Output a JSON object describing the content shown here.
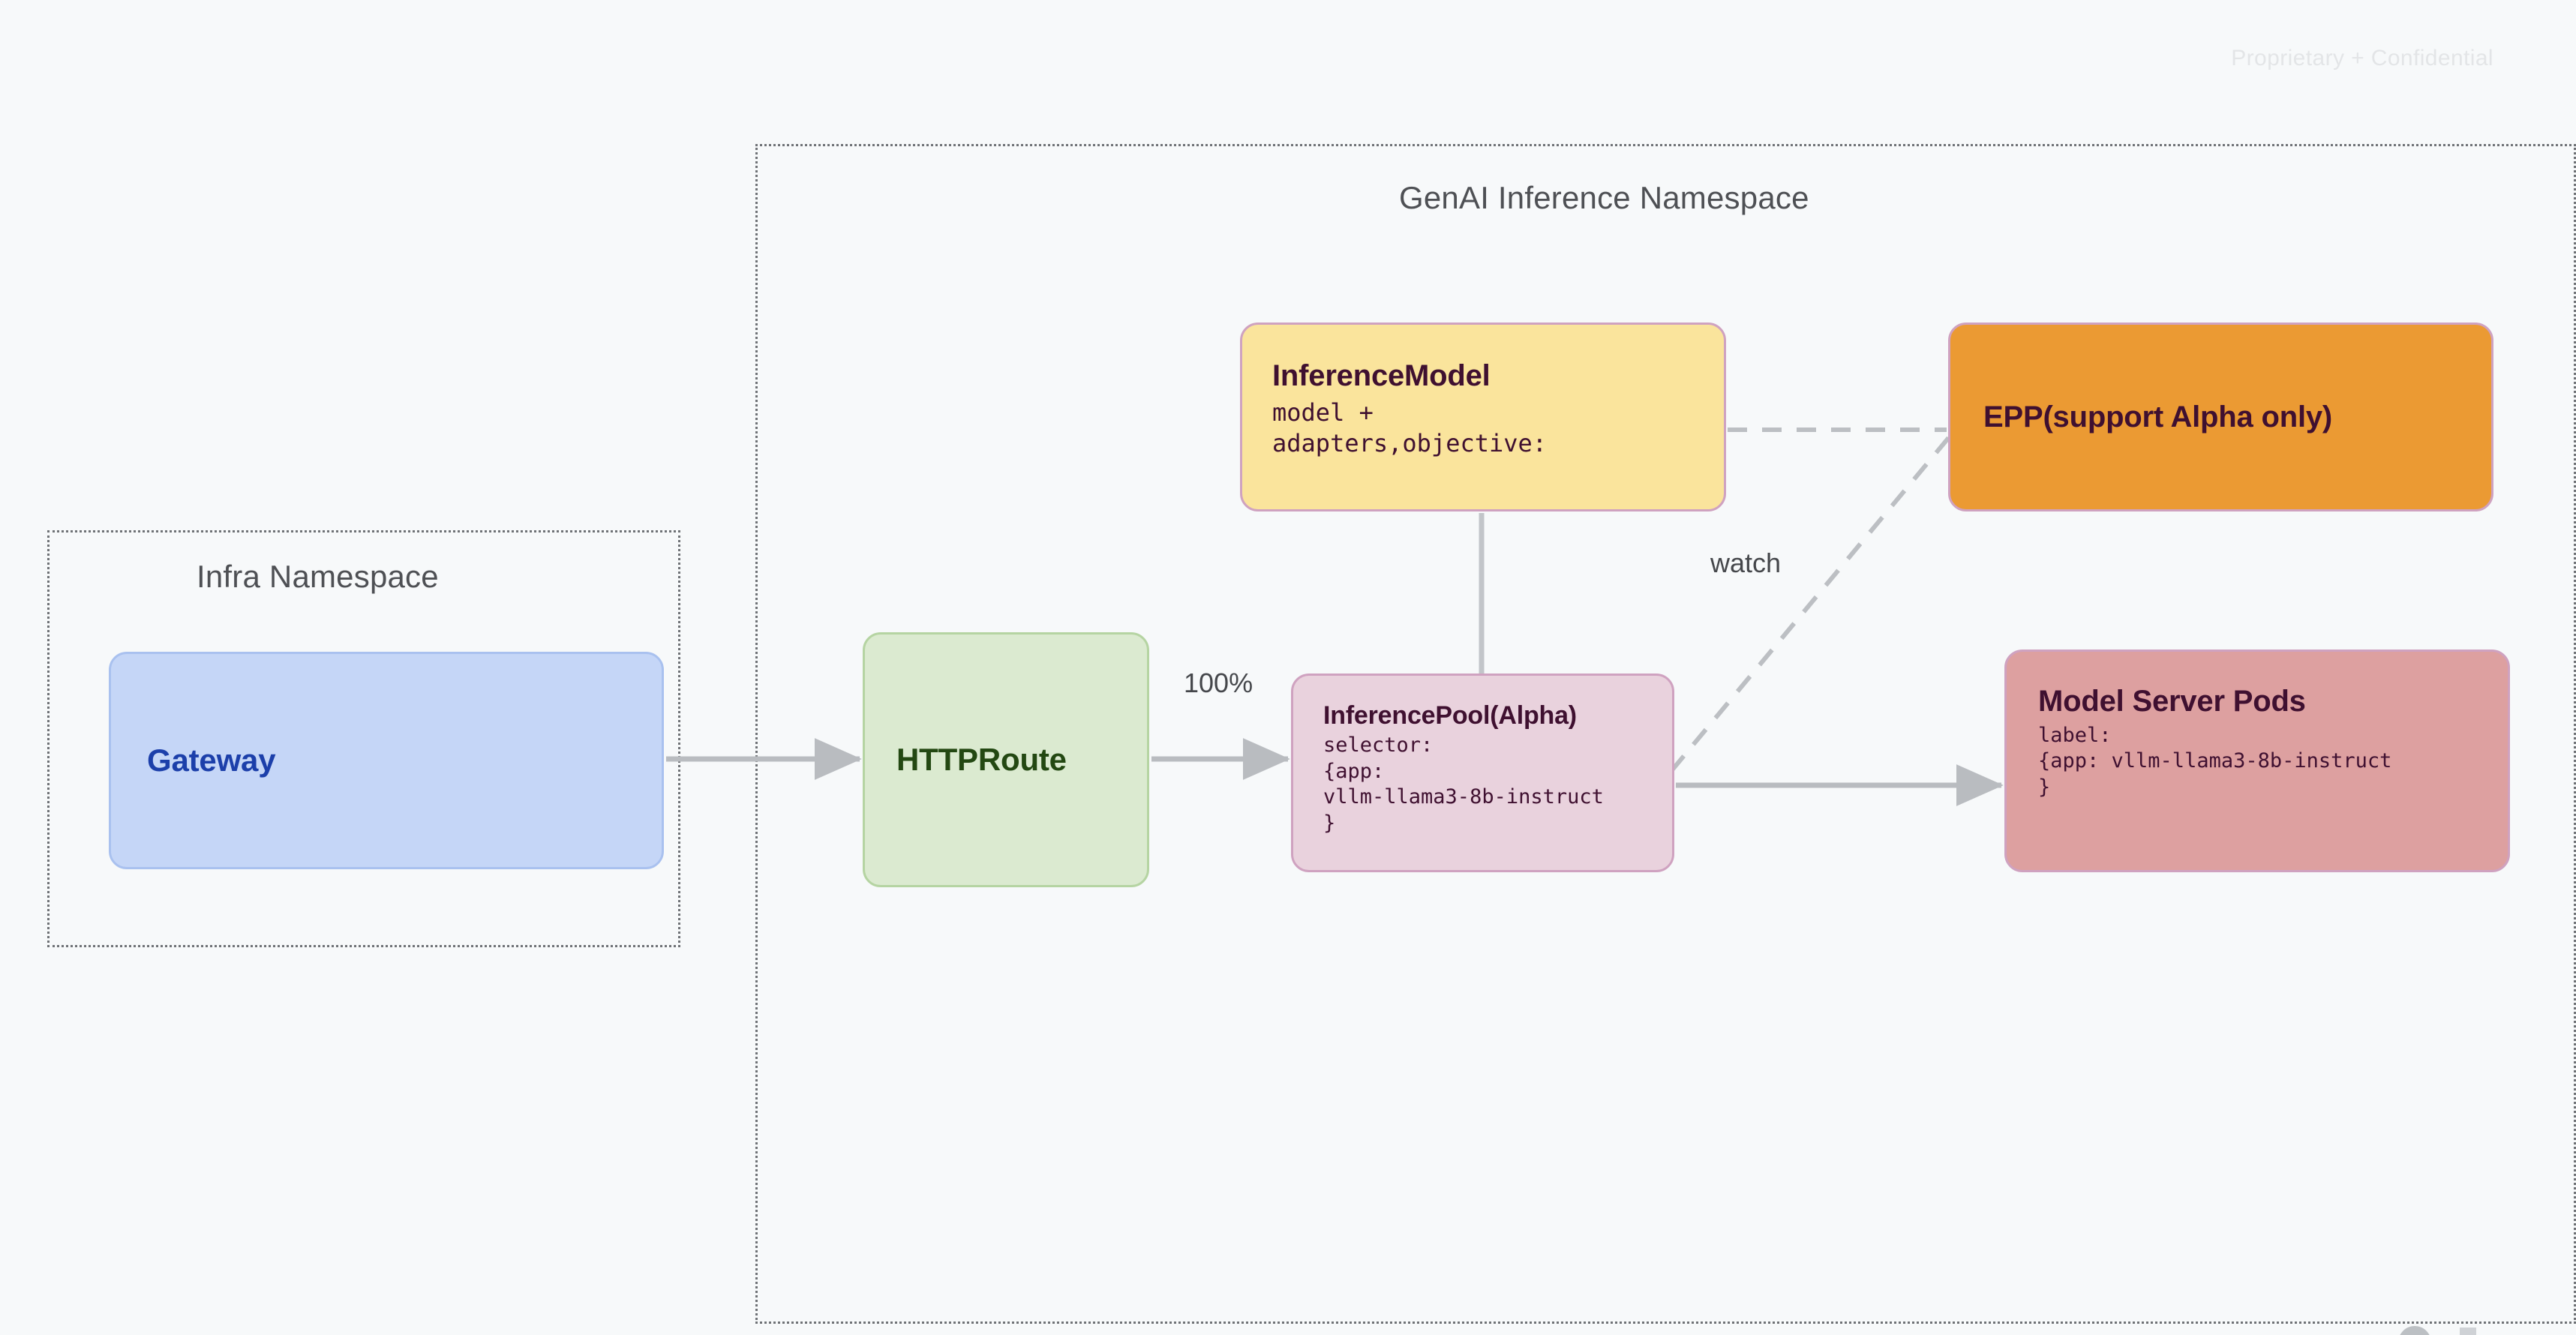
{
  "watermark": "Proprietary + Confidential",
  "namespaces": [
    {
      "id": "infra",
      "title": "Infra Namespace"
    },
    {
      "id": "genai",
      "title": "GenAI Inference Namespace"
    }
  ],
  "nodes": {
    "gateway": {
      "title": "Gateway",
      "fill": "#c5d6f7",
      "stroke": "#a9c1ef",
      "text_color": "#1c3faa"
    },
    "httproute": {
      "title": "HTTPRoute",
      "fill": "#dbead0",
      "stroke": "#b5d4a2",
      "text_color": "#234812"
    },
    "inferencemodel": {
      "title": "InferenceModel",
      "body": "model +\nadapters,objective:",
      "fill": "#fae49c",
      "stroke": "#cfa2c0",
      "text_color": "#3f1030"
    },
    "epp": {
      "title": "EPP(support Alpha only)",
      "fill": "#eb9a33",
      "stroke": "#cfa2c0",
      "text_color": "#3f1030"
    },
    "inferencepool": {
      "title": "InferencePool(Alpha)",
      "body": "selector:\n{app:\nvllm-llama3-8b-instruct\n}",
      "fill": "#e9d2dd",
      "stroke": "#cfa2c0",
      "text_color": "#3f1030"
    },
    "modelserverpods": {
      "title": "Model Server Pods",
      "body": "label:\n{app: vllm-llama3-8b-instruct\n}",
      "fill": "#dda0a0",
      "stroke": "#cfa2c0",
      "text_color": "#3f1030"
    }
  },
  "edges": {
    "gateway_to_httproute": {
      "label": "",
      "style": "solid-arrow"
    },
    "httproute_to_inferencepool": {
      "label": "100%",
      "style": "solid-arrow"
    },
    "inferencemodel_to_inferencepool": {
      "label": "",
      "style": "solid-line"
    },
    "inferencemodel_to_epp": {
      "label": "",
      "style": "dashed"
    },
    "inferencepool_to_epp": {
      "label": "watch",
      "style": "dashed"
    },
    "inferencepool_to_modelserverpods": {
      "label": "",
      "style": "solid-arrow"
    }
  },
  "colors": {
    "background": "#f7f9fa",
    "connector": "#b9bcc0",
    "namespace_border": "#6f7276",
    "namespace_title": "#4e5054",
    "watermark": "#e3e5e7"
  }
}
